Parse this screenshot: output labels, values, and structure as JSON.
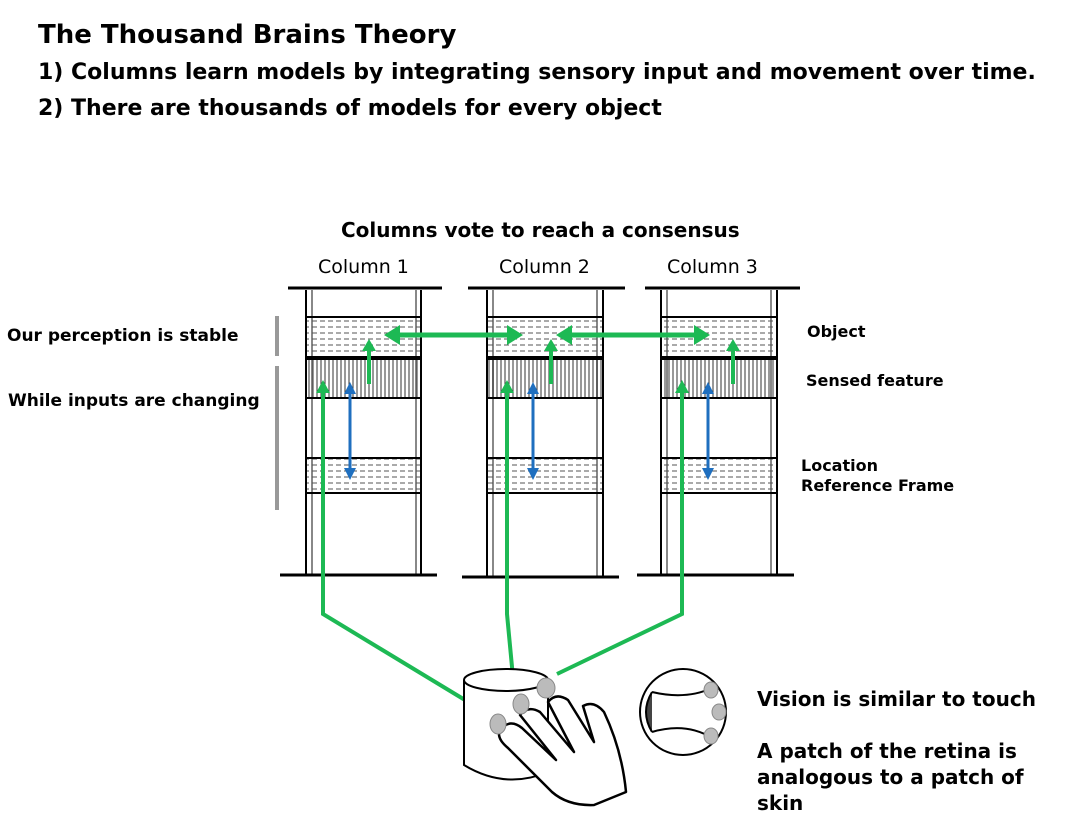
{
  "heading": {
    "title": "The Thousand Brains Theory",
    "point1": "1)  Columns learn models by integrating sensory input and movement over time.",
    "point2": "2)  There are thousands of models for every object"
  },
  "diagram": {
    "title": "Columns vote to reach a consensus",
    "columns": [
      "Column 1",
      "Column 2",
      "Column 3"
    ],
    "left_labels": {
      "stable": "Our perception is stable",
      "changing": "While inputs are changing"
    },
    "right_labels": {
      "object": "Object",
      "sensed": "Sensed feature",
      "location": "Location",
      "reference": "Reference Frame"
    },
    "colors": {
      "green": "#1db954",
      "blue": "#1f6fbf",
      "gray": "#999999"
    }
  },
  "captions": {
    "vision": "Vision is similar to touch",
    "patch": "A patch of the retina is analogous to a patch of skin"
  },
  "icons": [
    "cup-icon",
    "hand-icon",
    "eye-icon"
  ]
}
